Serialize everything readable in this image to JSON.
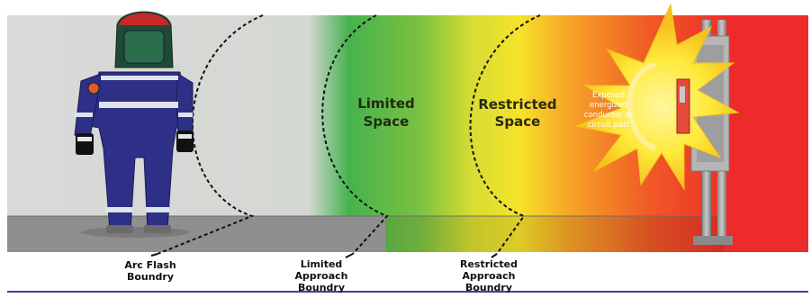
{
  "zones": {
    "limited_space": {
      "line1": "Limited",
      "line2": "Space"
    },
    "restricted_space": {
      "line1": "Restricted",
      "line2": "Space"
    }
  },
  "hazard": {
    "line1": "Exposed",
    "line2": "energized",
    "line3": "conductor or",
    "line4": "circuit part"
  },
  "boundaries": {
    "arc_flash": {
      "line1": "Arc Flash",
      "line2": "Boundry"
    },
    "limited_approach": {
      "line1": "Limited",
      "line2": "Approach",
      "line3": "Boundry"
    },
    "restricted_approach": {
      "line1": "Restricted",
      "line2": "Approach",
      "line3": "Boundry"
    }
  },
  "colors": {
    "wall_gray": "#d8d8d8",
    "floor_gray": "#8e8e8e",
    "limited_green": "#3fb34f",
    "restricted_yellow": "#f2e52c",
    "danger_red": "#ee2b2b",
    "suit_blue": "#2e2f86",
    "reflective_stripe": "#dfe3ea",
    "hood_green": "#2a6b4b",
    "spark_yellow": "#ffe93a"
  }
}
